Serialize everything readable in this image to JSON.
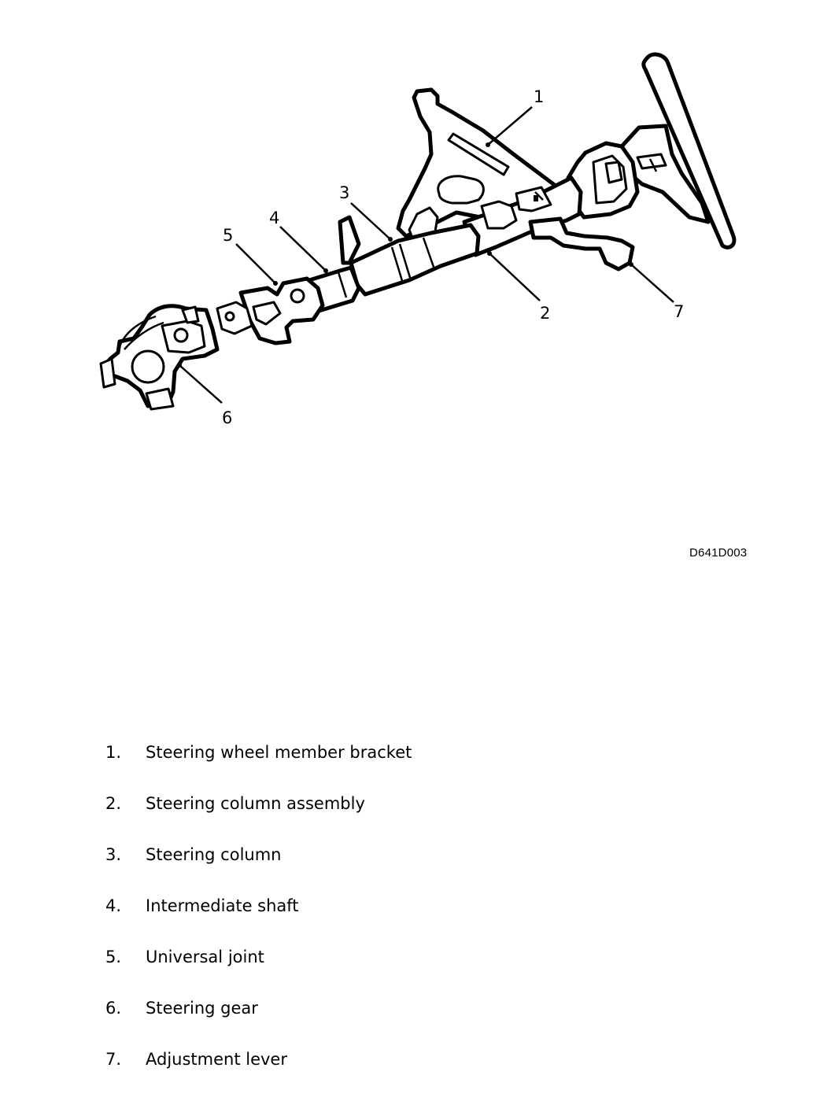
{
  "callouts": {
    "c1": "1",
    "c2": "2",
    "c3": "3",
    "c4": "4",
    "c5": "5",
    "c6": "6",
    "c7": "7"
  },
  "figure_id": "D641D003",
  "legend": [
    {
      "num": "1.",
      "text": "Steering wheel member bracket"
    },
    {
      "num": "2.",
      "text": "Steering column assembly"
    },
    {
      "num": "3.",
      "text": "Steering column"
    },
    {
      "num": "4.",
      "text": "Intermediate shaft"
    },
    {
      "num": "5.",
      "text": "Universal joint"
    },
    {
      "num": "6.",
      "text": "Steering gear"
    },
    {
      "num": "7.",
      "text": "Adjustment lever"
    }
  ]
}
